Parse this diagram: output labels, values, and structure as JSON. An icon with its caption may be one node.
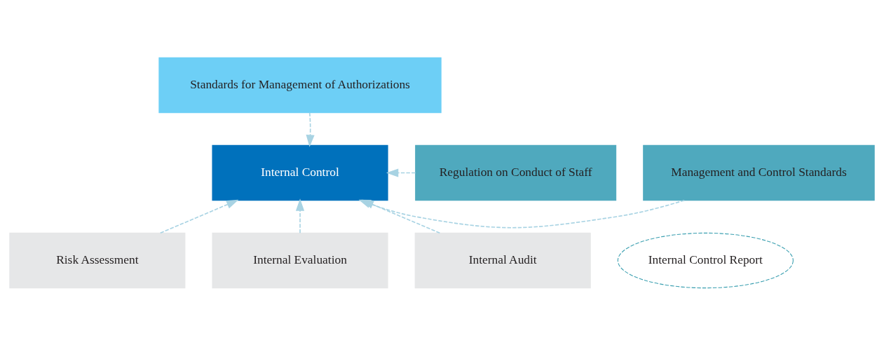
{
  "diagram": {
    "nodes": [
      {
        "text": [
          "Standards for Management of Authorizations"
        ]
      },
      {
        "text": [
          "Regulation on Conduct of Staff"
        ]
      },
      {
        "text": [
          "Internal Control"
        ]
      },
      {
        "text": [
          "Management and Control Standards"
        ]
      },
      {
        "text": [
          "Internal Control Report"
        ]
      },
      {
        "text": [
          "Risk Assessment"
        ]
      },
      {
        "text": [
          "Internal Evaluation"
        ]
      },
      {
        "text": [
          "Internal Audit"
        ]
      }
    ],
    "edges": [
      {
        "from": 0,
        "to": 2,
        "arrow": "to",
        "style": "dashed"
      },
      {
        "from": 1,
        "to": 2,
        "arrow": "to",
        "style": "dashed"
      },
      {
        "from": 3,
        "to": 2,
        "arrow": "to",
        "style": "dashed"
      },
      {
        "from": 5,
        "to": 2,
        "arrow": "to",
        "style": "dashed"
      },
      {
        "from": 6,
        "to": 2,
        "arrow": "to",
        "style": "dashed"
      },
      {
        "from": 7,
        "to": 2,
        "arrow": "to",
        "style": "dashed"
      }
    ]
  }
}
